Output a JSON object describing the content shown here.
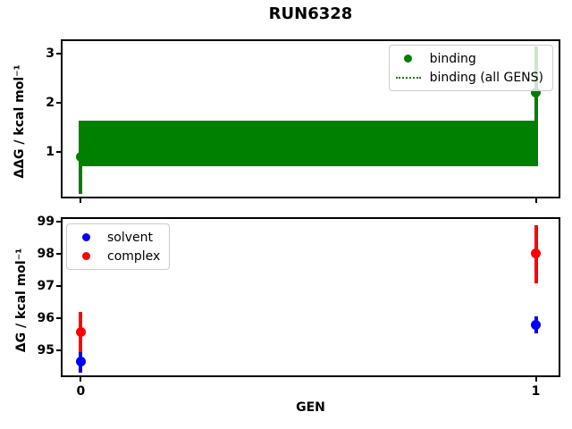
{
  "title": "RUN6328",
  "colors": {
    "binding_green": "#008000",
    "solvent_blue": "#0000ff",
    "complex_red": "#ff0000"
  },
  "chart_data": [
    {
      "type": "scatter",
      "ylabel": "ΔΔG / kcal mol⁻¹",
      "xlabel": "",
      "xlim": [
        -0.04,
        1.05
      ],
      "ylim": [
        0.09,
        3.25
      ],
      "yticks": [
        1,
        2,
        3
      ],
      "xticks": [
        0,
        1
      ],
      "grid": false,
      "legend_position": "upper right",
      "series": [
        {
          "name": "binding",
          "color": "#008000",
          "marker": "circle",
          "x": [
            0,
            1
          ],
          "y": [
            0.9,
            2.2
          ],
          "err_low": [
            0.15,
            0.7
          ],
          "err_high": [
            1.63,
            3.15
          ]
        }
      ],
      "band": {
        "name": "binding (all GENS)",
        "color": "#008000",
        "x": [
          0,
          1
        ],
        "y_low": 0.7,
        "y_high": 1.63
      },
      "legend": [
        {
          "swatch": "dot",
          "color": "#008000",
          "label": "binding"
        },
        {
          "swatch": "dotted-line",
          "color": "#008000",
          "label": "binding (all GENS)"
        }
      ]
    },
    {
      "type": "scatter",
      "ylabel": "ΔG / kcal mol⁻¹",
      "xlabel": "GEN",
      "xlim": [
        -0.04,
        1.05
      ],
      "ylim": [
        94.22,
        99.08
      ],
      "yticks": [
        95,
        96,
        97,
        98,
        99
      ],
      "xticks": [
        0,
        1
      ],
      "grid": false,
      "legend_position": "upper left",
      "series": [
        {
          "name": "solvent",
          "color": "#0000ff",
          "marker": "circle",
          "x": [
            0,
            1
          ],
          "y": [
            94.65,
            95.8
          ],
          "err_low": [
            94.3,
            95.53
          ],
          "err_high": [
            94.95,
            96.05
          ]
        },
        {
          "name": "complex",
          "color": "#ff0000",
          "marker": "circle",
          "x": [
            0,
            1
          ],
          "y": [
            95.58,
            98.0
          ],
          "err_low": [
            94.93,
            97.08
          ],
          "err_high": [
            96.2,
            98.88
          ]
        }
      ],
      "legend": [
        {
          "swatch": "dot",
          "color": "#0000ff",
          "label": "solvent"
        },
        {
          "swatch": "dot",
          "color": "#ff0000",
          "label": "complex"
        }
      ]
    }
  ]
}
